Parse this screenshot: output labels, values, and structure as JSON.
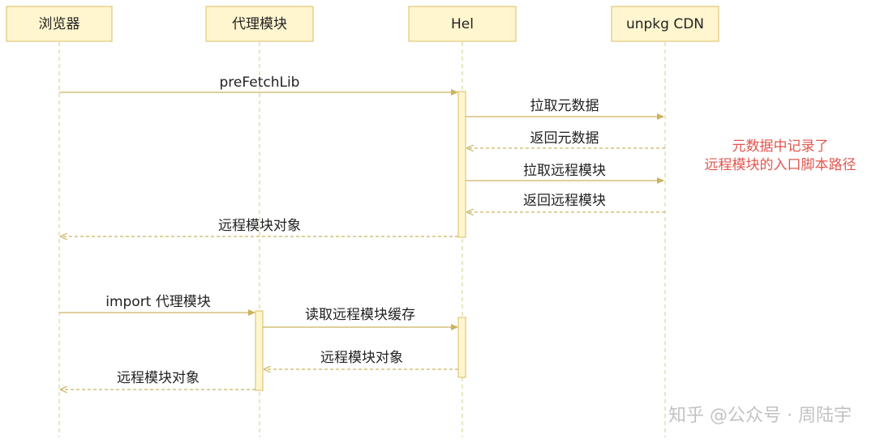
{
  "participants": {
    "browser": "浏览器",
    "proxy": "代理模块",
    "hel": "Hel",
    "cdn": "unpkg CDN"
  },
  "messages": {
    "m1": "preFetchLib",
    "m2": "拉取元数据",
    "m3": "返回元数据",
    "m4": "拉取远程模块",
    "m5": "返回远程模块",
    "m6": "远程模块对象",
    "m7": "import 代理模块",
    "m8": "读取远程模块缓存",
    "m9": "远程模块对象",
    "m10": "远程模块对象"
  },
  "note": {
    "line1": "元数据中记录了",
    "line2": "远程模块的入口脚本路径"
  },
  "watermark": {
    "text": "知乎 @公众号 · 周陆宇"
  },
  "colors": {
    "box_fill": "#fff6cf",
    "box_stroke": "#e0c777",
    "arrow": "#c9b35e",
    "note": "#e0574f"
  }
}
